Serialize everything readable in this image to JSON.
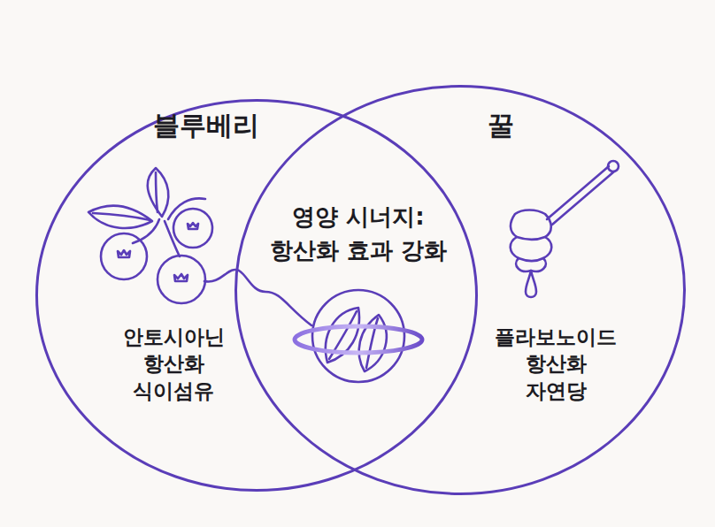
{
  "diagram": {
    "nodes": [
      {
        "text": [
          "블루베리",
          "안토시아닌 항산화 식이섬유"
        ]
      },
      {
        "text": [
          "꿀",
          "플라보노이드 항산화 자연당"
        ]
      },
      {
        "text": [
          "영양 시너지: 항산화 효과 강화"
        ]
      }
    ]
  }
}
